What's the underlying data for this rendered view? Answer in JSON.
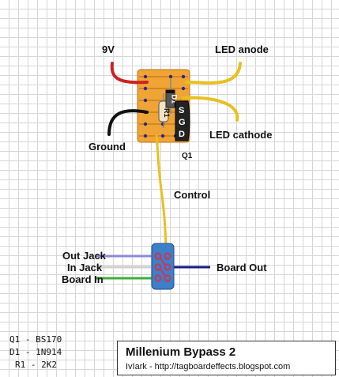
{
  "labels": {
    "v9": "9V",
    "led_anode": "LED anode",
    "led_cathode": "LED cathode",
    "ground": "Ground",
    "q1": "Q1",
    "control": "Control",
    "out_jack": "Out Jack",
    "in_jack": "In Jack",
    "board_in": "Board In",
    "board_out": "Board Out"
  },
  "components": {
    "d1": "D1",
    "r1": "R1",
    "pin_s": "S",
    "pin_g": "G",
    "pin_d": "D"
  },
  "legend": {
    "line1": "Q1 - BS170",
    "line2": "D1 - 1N914",
    "line3": "R1 - 2K2"
  },
  "title": {
    "name": "Millenium Bypass 2",
    "credit": "IvIark - http://tagboardeffects.blogspot.com"
  },
  "colors": {
    "board": "#f0a435",
    "wire_red": "#cc2222",
    "wire_yellow": "#e8c020",
    "wire_black": "#111111",
    "switch": "#3d7fc8",
    "lug": "#c23b5a"
  }
}
